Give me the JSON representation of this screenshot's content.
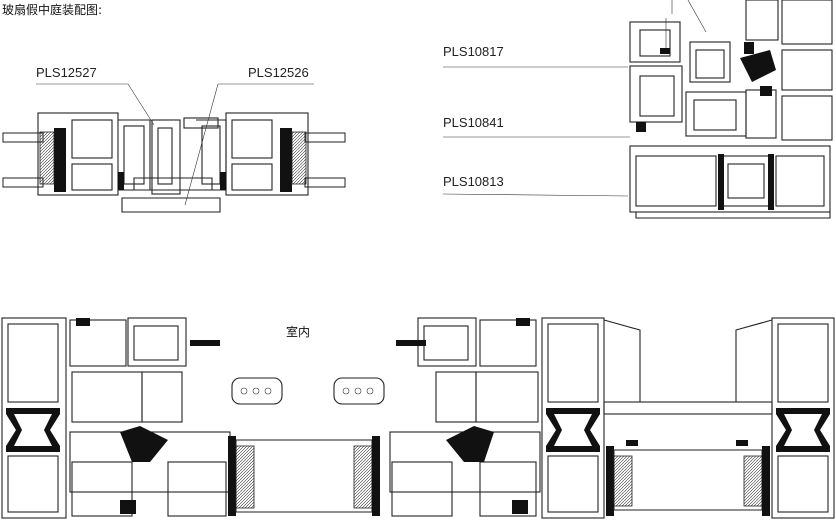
{
  "title": "玻扇假中庭装配图:",
  "labels": {
    "pls12527": "PLS12527",
    "pls12526": "PLS12526",
    "pls10817": "PLS10817",
    "pls10841": "PLS10841",
    "pls10813": "PLS10813",
    "indoor": "室内"
  },
  "colors": {
    "line": "#222222",
    "fill": "#111111",
    "background": "#ffffff"
  }
}
